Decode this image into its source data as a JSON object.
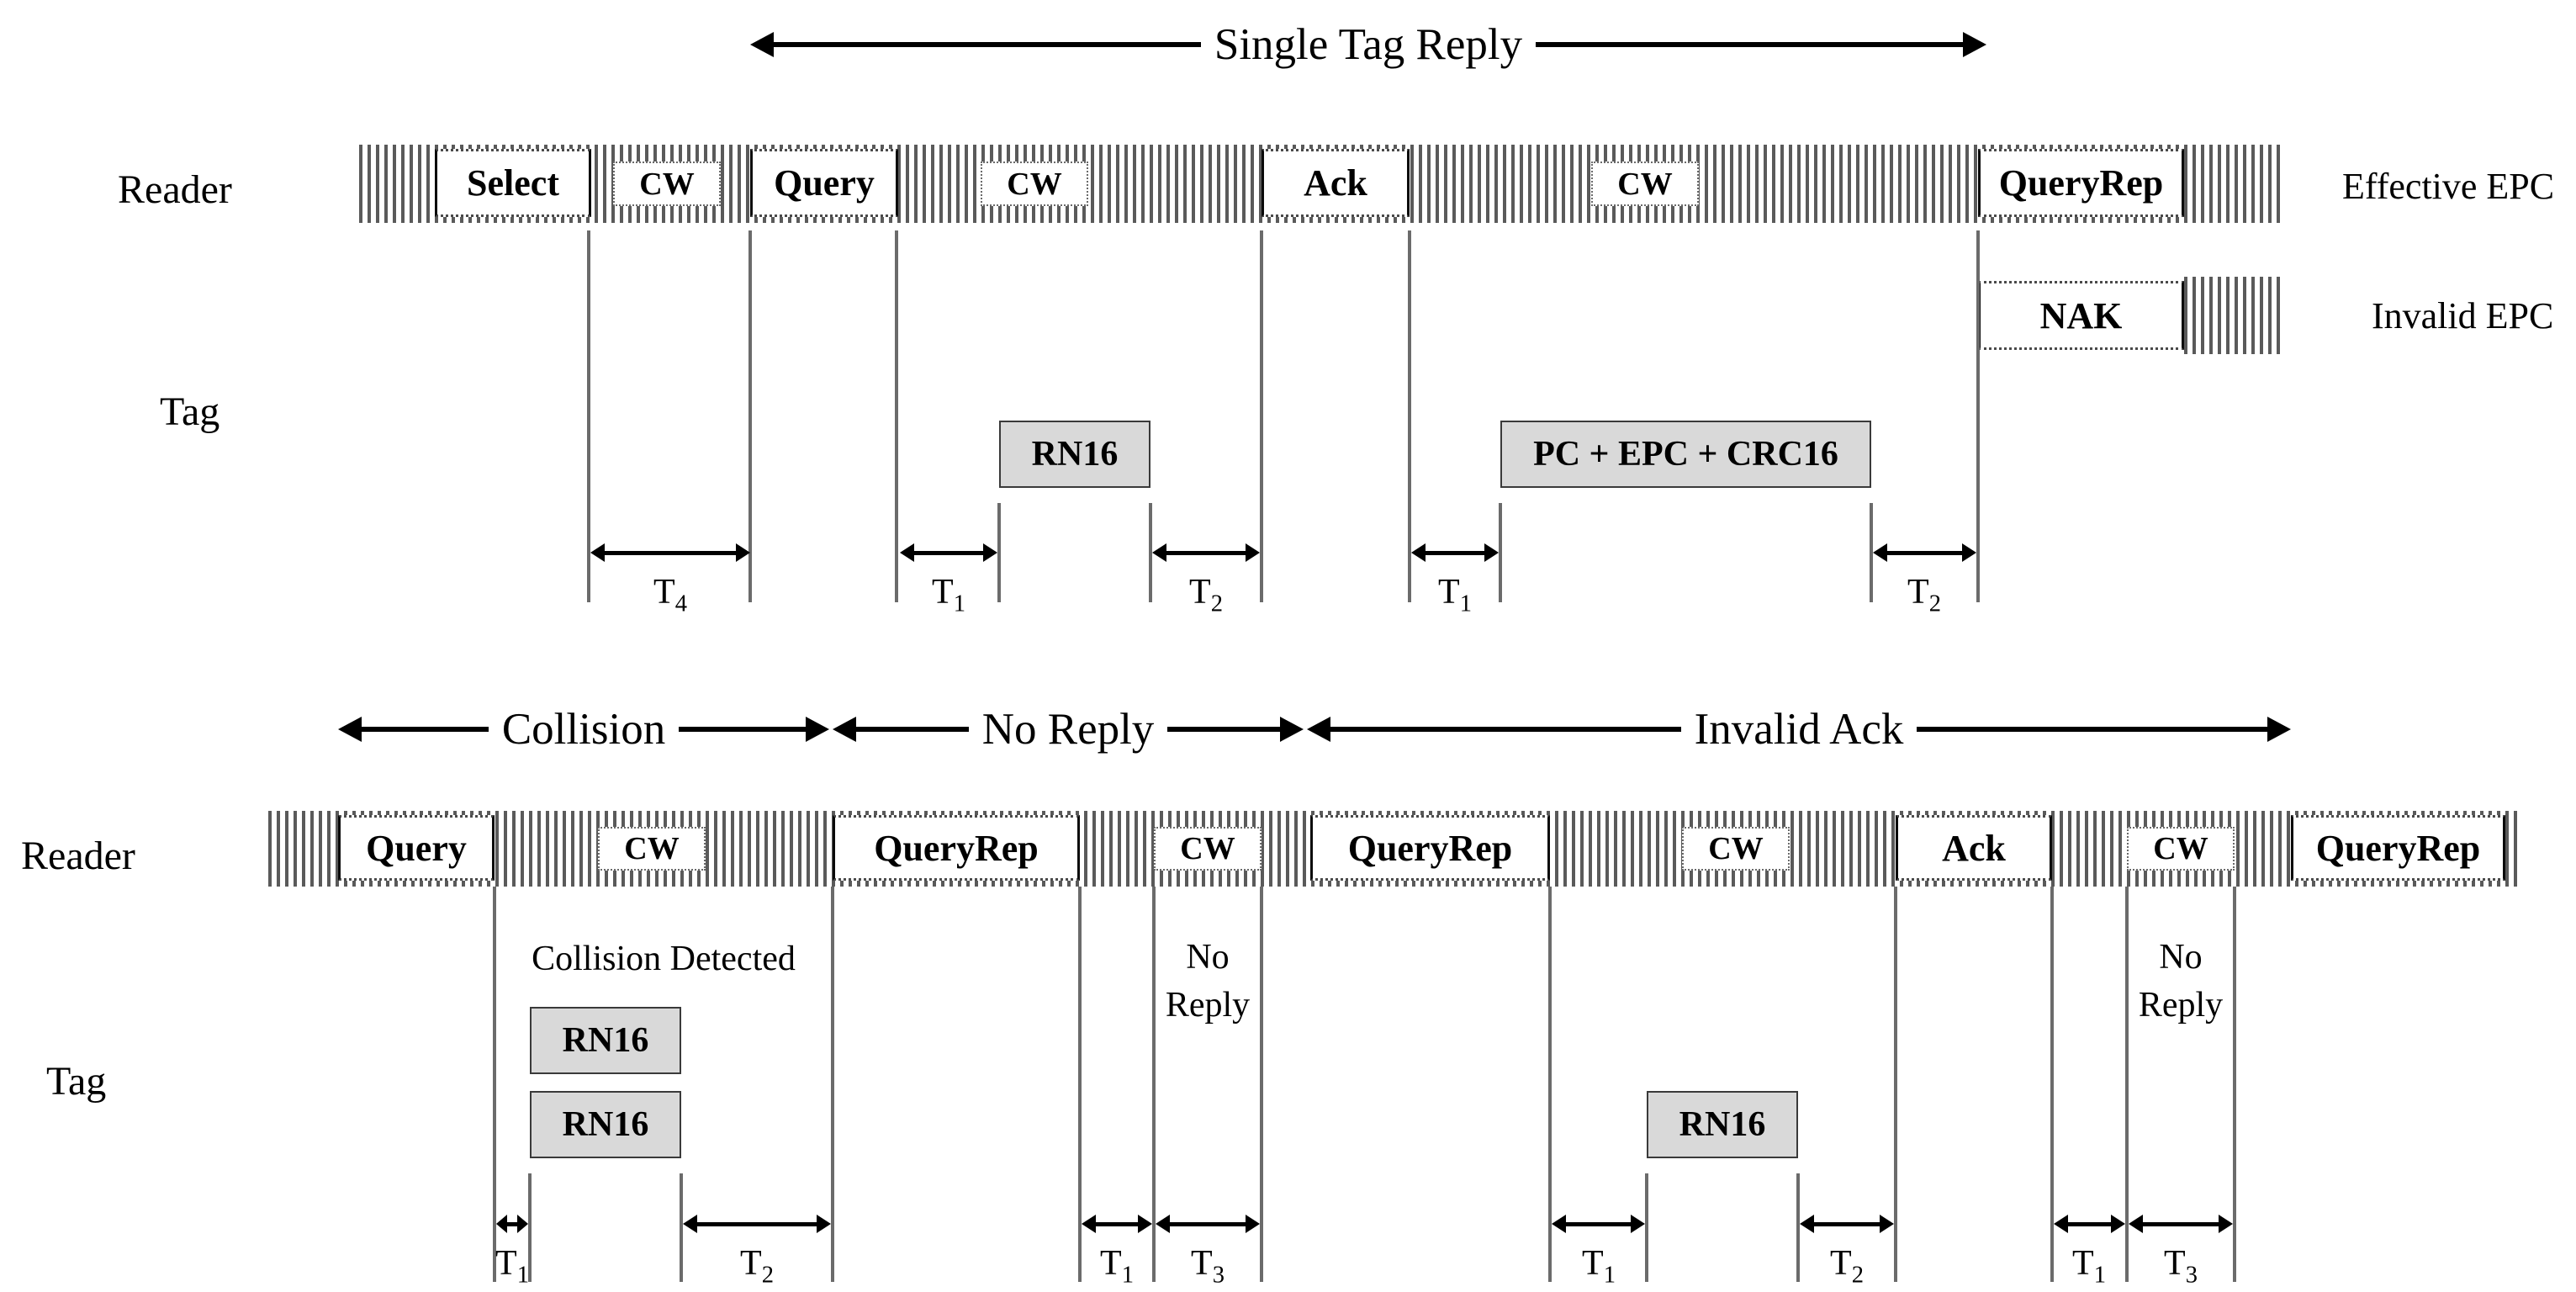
{
  "top": {
    "span_label": "Single Tag Reply",
    "reader_label": "Reader",
    "tag_label": "Tag",
    "reader_boxes": [
      {
        "label": "Select"
      },
      {
        "label": "CW"
      },
      {
        "label": "Query"
      },
      {
        "label": "CW"
      },
      {
        "label": "Ack"
      },
      {
        "label": "CW"
      },
      {
        "label": "QueryRep"
      }
    ],
    "nak_label": "NAK",
    "effective_epc_label": "Effective EPC",
    "invalid_epc_label": "Invalid EPC",
    "tag_boxes": [
      {
        "label": "RN16"
      },
      {
        "label": "PC + EPC + CRC16"
      }
    ],
    "timings": [
      {
        "t": "T",
        "sub": "4"
      },
      {
        "t": "T",
        "sub": "1"
      },
      {
        "t": "T",
        "sub": "2"
      },
      {
        "t": "T",
        "sub": "1"
      },
      {
        "t": "T",
        "sub": "2"
      }
    ]
  },
  "bottom": {
    "span_labels": [
      {
        "label": "Collision"
      },
      {
        "label": "No Reply"
      },
      {
        "label": "Invalid Ack"
      }
    ],
    "reader_label": "Reader",
    "tag_label": "Tag",
    "reader_boxes": [
      {
        "label": "Query"
      },
      {
        "label": "CW"
      },
      {
        "label": "QueryRep"
      },
      {
        "label": "CW"
      },
      {
        "label": "QueryRep"
      },
      {
        "label": "CW"
      },
      {
        "label": "Ack"
      },
      {
        "label": "CW"
      },
      {
        "label": "QueryRep"
      }
    ],
    "collision_note": "Collision Detected",
    "no_reply_notes": [
      {
        "line1": "No",
        "line2": "Reply"
      },
      {
        "line1": "No",
        "line2": "Reply"
      }
    ],
    "tag_boxes": [
      {
        "label": "RN16"
      },
      {
        "label": "RN16"
      },
      {
        "label": "RN16"
      }
    ],
    "timings": [
      {
        "t": "T",
        "sub": "1"
      },
      {
        "t": "T",
        "sub": "2"
      },
      {
        "t": "T",
        "sub": "1"
      },
      {
        "t": "T",
        "sub": "3"
      },
      {
        "t": "T",
        "sub": "1"
      },
      {
        "t": "T",
        "sub": "2"
      },
      {
        "t": "T",
        "sub": "1"
      },
      {
        "t": "T",
        "sub": "3"
      }
    ]
  },
  "colors": {
    "stripe_gray": "#5a5a5a",
    "tag_box_fill": "#d9d9d9",
    "timing_line_gray": "#6b6b6b",
    "arrow_black": "#000000"
  }
}
